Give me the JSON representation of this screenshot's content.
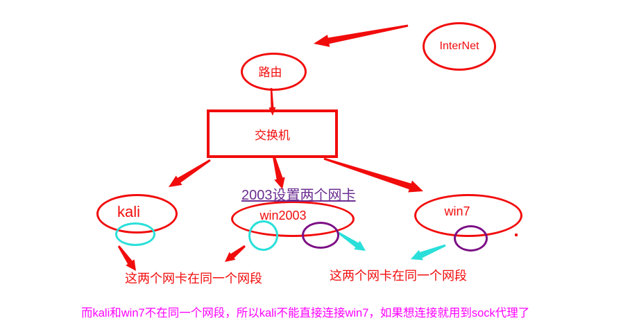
{
  "nodes": {
    "internet": {
      "label": "InterNet"
    },
    "router": {
      "label": "路由"
    },
    "switch": {
      "label": "交换机"
    },
    "kali": {
      "label": "kali"
    },
    "win2003": {
      "label": "win2003"
    },
    "win7": {
      "label": "win7"
    }
  },
  "annotations": {
    "nic_note": "2003设置两个网卡",
    "same_segment_left": "这两个网卡在同一个网段",
    "same_segment_right": "这两个网卡在同一个网段",
    "bottom_note": "而kali和win7不在同一个网段，所以kali不能直接连接win7，如果想连接就用到sock代理了"
  },
  "edges": [
    {
      "from": "internet",
      "to": "router",
      "color": "#f10c0c"
    },
    {
      "from": "router",
      "to": "switch",
      "color": "#f10c0c"
    },
    {
      "from": "switch",
      "to": "kali",
      "color": "#f10c0c"
    },
    {
      "from": "switch",
      "to": "win2003",
      "color": "#f10c0c"
    },
    {
      "from": "switch",
      "to": "win7",
      "color": "#f10c0c"
    },
    {
      "from": "kali-nic",
      "to": "same_segment_left",
      "color": "#f10c0c"
    },
    {
      "from": "win2003-nic-a",
      "to": "same_segment_left",
      "color": "#f10c0c"
    },
    {
      "from": "win2003-nic-b",
      "to": "same_segment_right",
      "color": "#2adfd9"
    },
    {
      "from": "win7-nic",
      "to": "same_segment_right",
      "color": "#2adfd9"
    }
  ],
  "colors": {
    "red": "#f10c0c",
    "cyan": "#2adfd9",
    "purple": "#7c0f85",
    "magenta": "#ff00ff",
    "note_purple": "#6b2d91",
    "background": "#ffffff"
  }
}
